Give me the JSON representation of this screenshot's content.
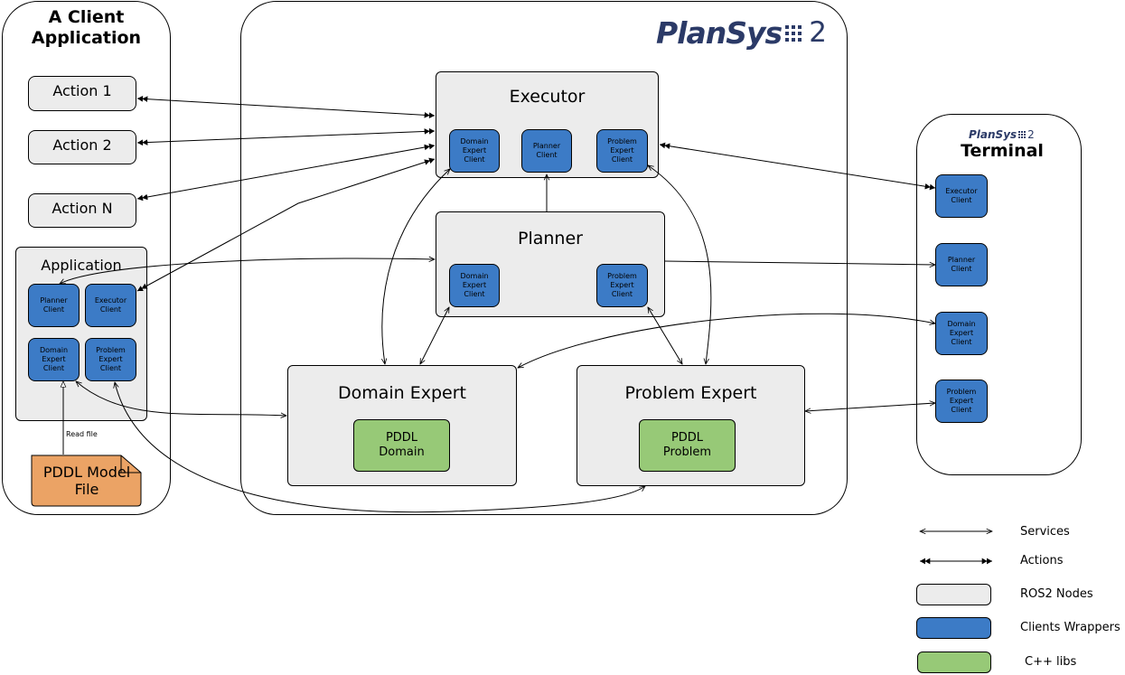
{
  "client_app": {
    "title": "A Client\nApplication",
    "actions": [
      "Action 1",
      "Action 2",
      "Action N"
    ],
    "application": {
      "title": "Application",
      "clients": [
        "Planner\nClient",
        "Executor\nClient",
        "Domain\nExpert\nClient",
        "Problem\nExpert\nClient"
      ]
    },
    "read_file_label": "Read file",
    "model_file": "PDDL Model\nFile"
  },
  "plansys": {
    "logo_text": "PlanSys",
    "logo_suffix": "2",
    "executor": {
      "title": "Executor",
      "clients": [
        "Domain\nExpert\nClient",
        "Planner\nClient",
        "Problem\nExpert\nClient"
      ]
    },
    "planner": {
      "title": "Planner",
      "clients": [
        "Domain\nExpert\nClient",
        "Problem\nExpert\nClient"
      ]
    },
    "domain_expert": {
      "title": "Domain Expert",
      "lib": "PDDL\nDomain"
    },
    "problem_expert": {
      "title": "Problem Expert",
      "lib": "PDDL\nProblem"
    }
  },
  "terminal": {
    "logo_text": "PlanSys",
    "logo_suffix": "2",
    "title": "Terminal",
    "clients": [
      "Executor\nClient",
      "Planner\nClient",
      "Domain\nExpert\nClient",
      "Problem\nExpert\nClient"
    ]
  },
  "legend": {
    "services": "Services",
    "actions": "Actions",
    "ros2_nodes": "ROS2 Nodes",
    "clients_wrappers": "Clients Wrappers",
    "cpp_libs": "C++ libs"
  },
  "colors": {
    "node_fill": "#ececec",
    "client_fill": "#3c7bc6",
    "lib_fill": "#97c977",
    "file_fill": "#eba365",
    "logo": "#2b3a67"
  }
}
